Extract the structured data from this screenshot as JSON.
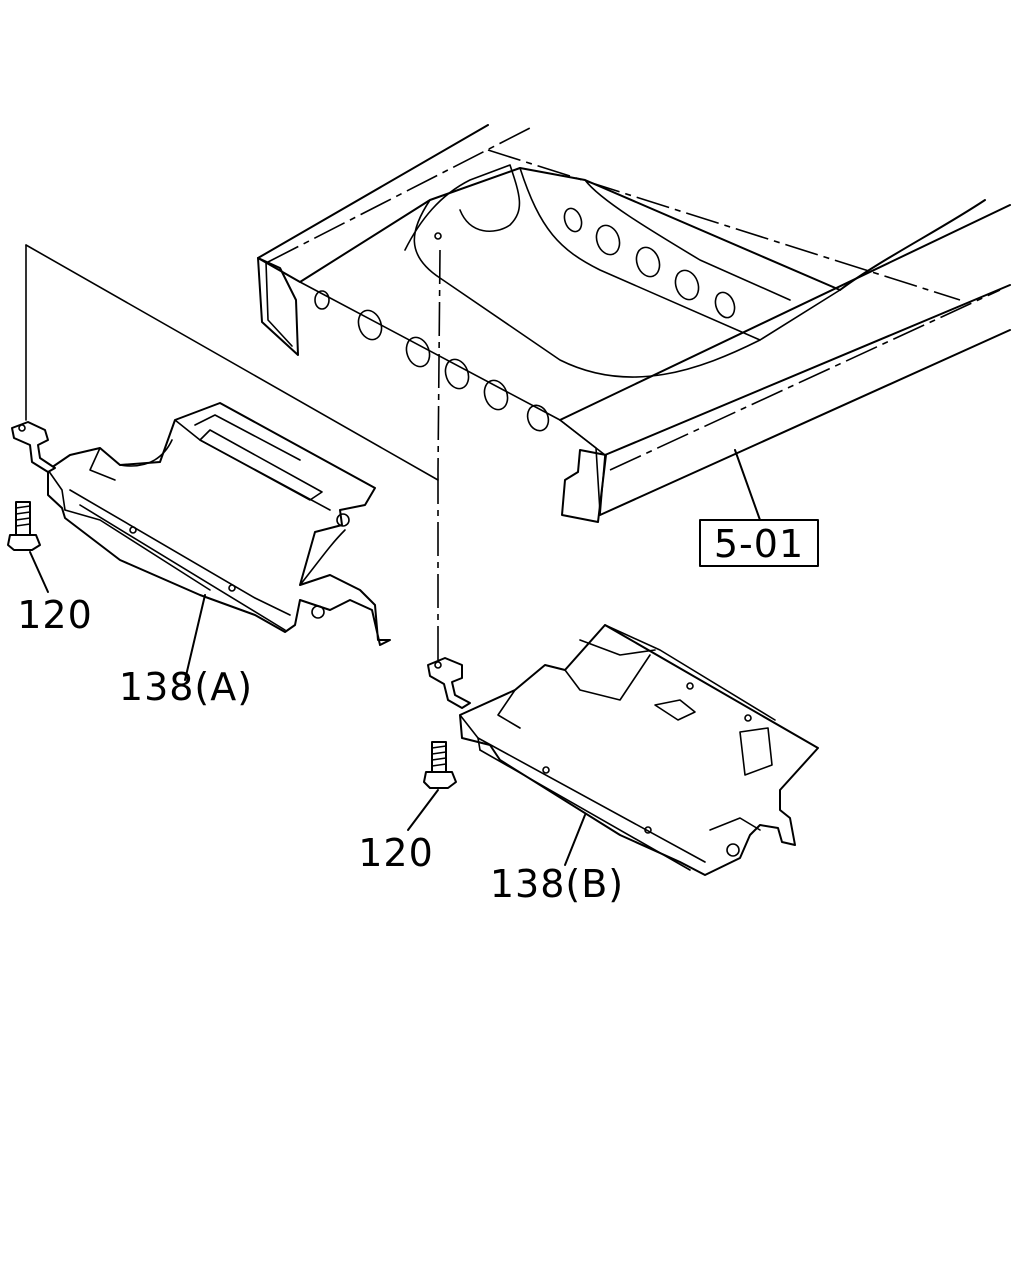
{
  "labels": {
    "ref_box": "5-01",
    "bolt_a": "120",
    "bracket_a": "138(A)",
    "bolt_b": "120",
    "bracket_b": "138(B)"
  },
  "colors": {
    "line": "#000000",
    "background": "#ffffff"
  }
}
